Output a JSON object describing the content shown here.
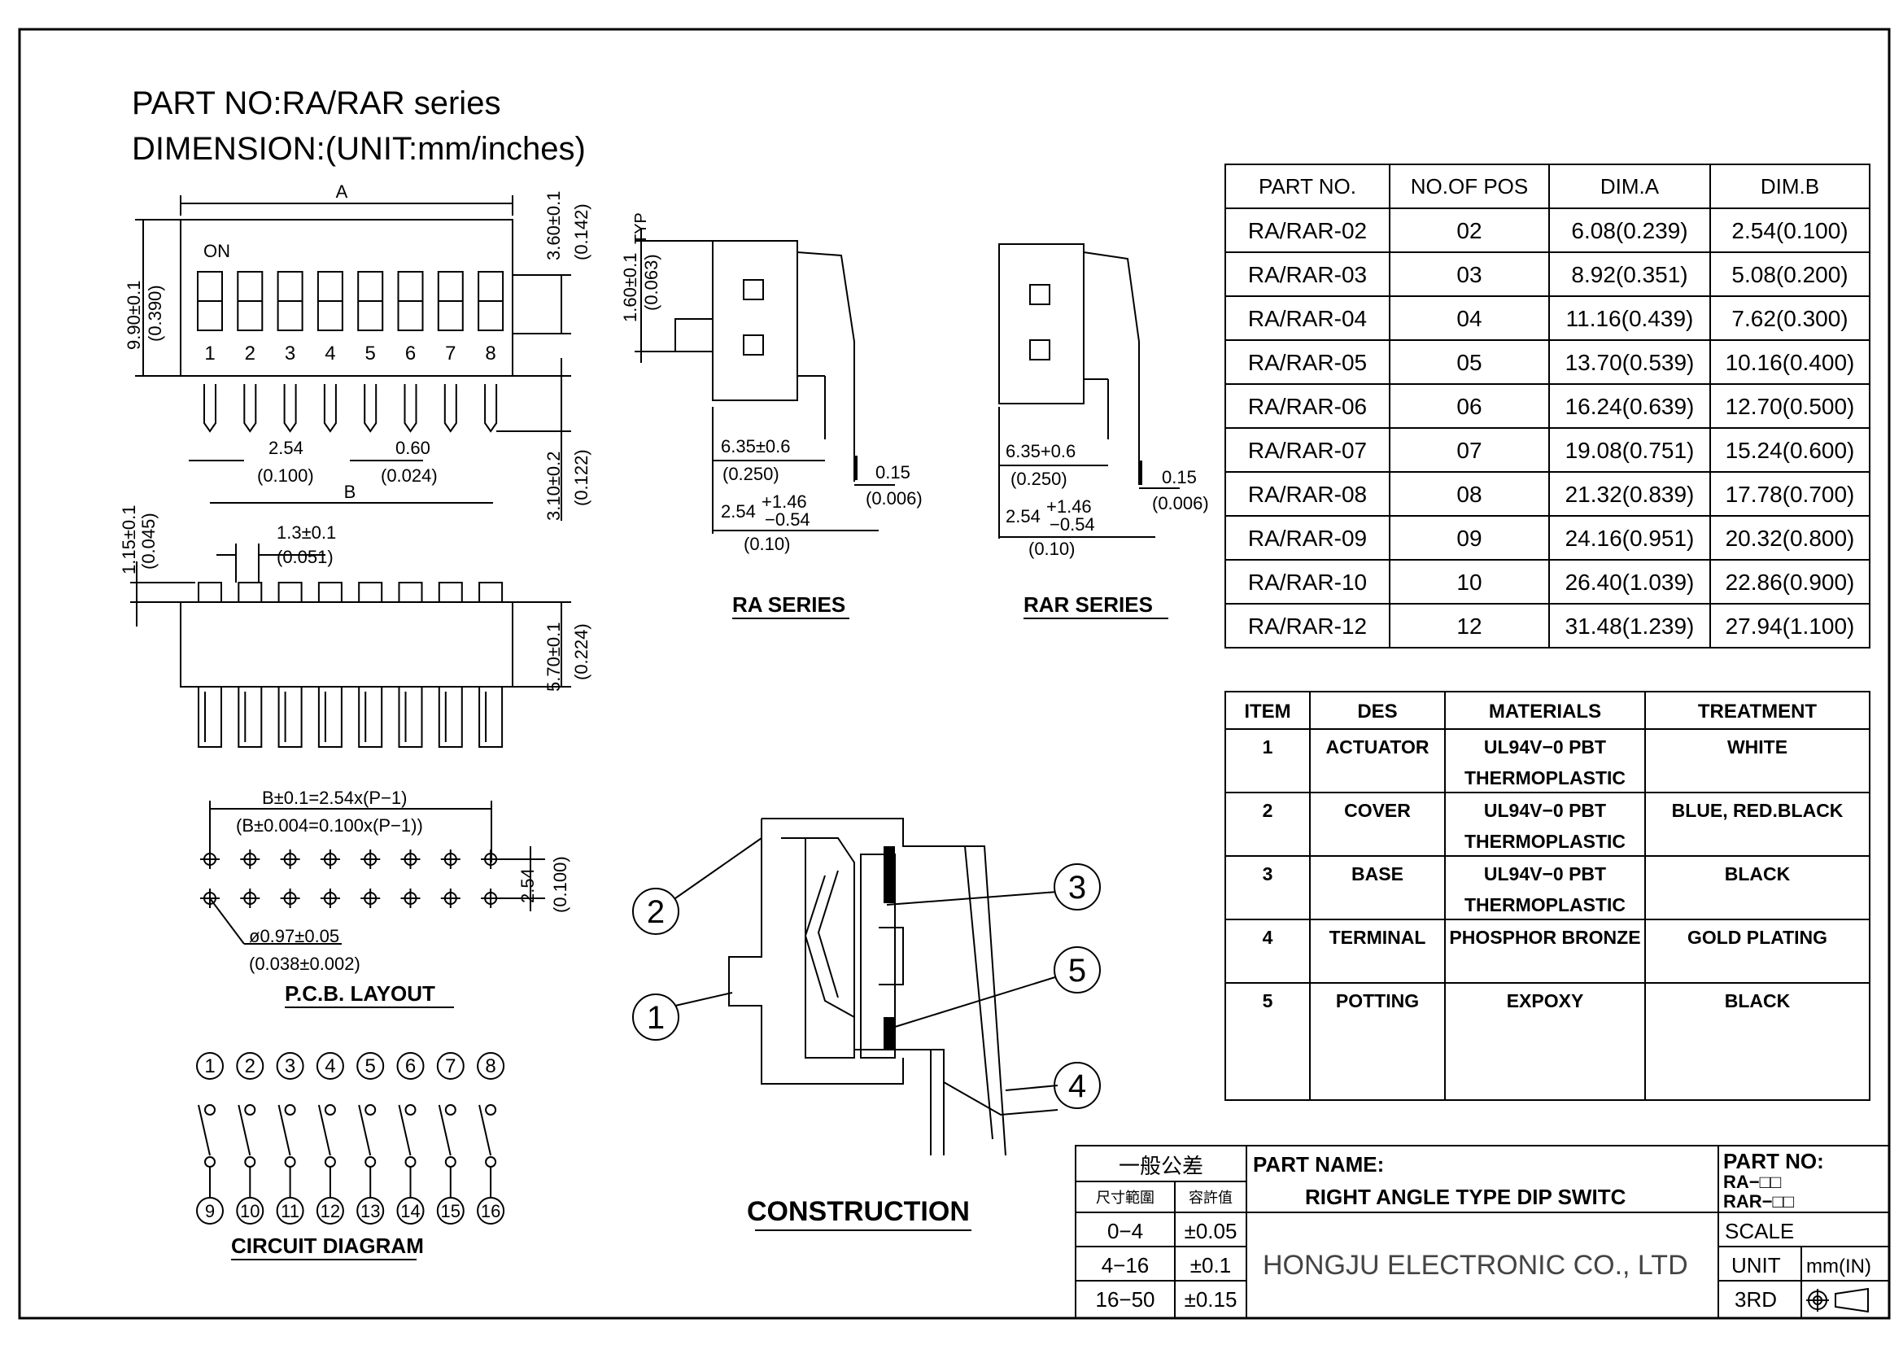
{
  "header": {
    "part_no": "PART NO:RA/RAR series",
    "dimension": "DIMENSION:(UNIT:mm/inches)"
  },
  "top_view": {
    "dim_a": "A",
    "dim_b": "B",
    "on_label": "ON",
    "positions": [
      "1",
      "2",
      "3",
      "4",
      "5",
      "6",
      "7",
      "8"
    ],
    "height_dim": "9.90±0.1",
    "height_dim_in": "(0.390)",
    "side_dim": "3.60±0.1",
    "side_dim_in": "(0.142)",
    "pitch": "2.54",
    "pitch_in": "(0.100)",
    "pin_width": "0.60",
    "pin_width_in": "(0.024)",
    "pin_len": "3.10±0.2",
    "pin_len_in": "(0.122)"
  },
  "side_view": {
    "act_h": "1.15±0.1",
    "act_h_in": "(0.045)",
    "act_w": "1.3±0.1",
    "act_w_in": "(0.051)",
    "body_h": "5.70±0.1",
    "body_h_in": "(0.224)"
  },
  "ra_series": {
    "title": "RA SERIES",
    "typ_dim": "1.60±0.1",
    "typ_dim_in": "(0.063)",
    "typ": "TYP",
    "dim1": "6.35±0.6",
    "dim1_in": "(0.250)",
    "dim2": "0.15",
    "dim2_in": "(0.006)",
    "dim3": "2.54",
    "dim3_tol_plus": "+1.46",
    "dim3_tol_minus": "−0.54",
    "dim3_in": "(0.10)"
  },
  "rar_series": {
    "title": "RAR SERIES",
    "dim1": "6.35+0.6",
    "dim1_in": "(0.250)",
    "dim2": "0.15",
    "dim2_in": "(0.006)",
    "dim3": "2.54",
    "dim3_tol_plus": "+1.46",
    "dim3_tol_minus": "−0.54",
    "dim3_in": "(0.10)"
  },
  "pcb_layout": {
    "title": "P.C.B. LAYOUT",
    "formula": "B±0.1=2.54x(P−1)",
    "formula_in": "(B±0.004=0.100x(P−1))",
    "row_pitch": "2.54",
    "row_pitch_in": "(0.100)",
    "hole": "ø0.97±0.05",
    "hole_in": "(0.038±0.002)"
  },
  "circuit": {
    "title": "CIRCUIT DIAGRAM",
    "top_pins": [
      "1",
      "2",
      "3",
      "4",
      "5",
      "6",
      "7",
      "8"
    ],
    "bottom_pins": [
      "9",
      "10",
      "11",
      "12",
      "13",
      "14",
      "15",
      "16"
    ]
  },
  "construction": {
    "title": "CONSTRUCTION",
    "callouts": [
      "1",
      "2",
      "3",
      "4",
      "5"
    ]
  },
  "dim_table": {
    "headers": [
      "PART NO.",
      "NO.OF POS",
      "DIM.A",
      "DIM.B"
    ],
    "rows": [
      [
        "RA/RAR-02",
        "02",
        "6.08(0.239)",
        "2.54(0.100)"
      ],
      [
        "RA/RAR-03",
        "03",
        "8.92(0.351)",
        "5.08(0.200)"
      ],
      [
        "RA/RAR-04",
        "04",
        "11.16(0.439)",
        "7.62(0.300)"
      ],
      [
        "RA/RAR-05",
        "05",
        "13.70(0.539)",
        "10.16(0.400)"
      ],
      [
        "RA/RAR-06",
        "06",
        "16.24(0.639)",
        "12.70(0.500)"
      ],
      [
        "RA/RAR-07",
        "07",
        "19.08(0.751)",
        "15.24(0.600)"
      ],
      [
        "RA/RAR-08",
        "08",
        "21.32(0.839)",
        "17.78(0.700)"
      ],
      [
        "RA/RAR-09",
        "09",
        "24.16(0.951)",
        "20.32(0.800)"
      ],
      [
        "RA/RAR-10",
        "10",
        "26.40(1.039)",
        "22.86(0.900)"
      ],
      [
        "RA/RAR-12",
        "12",
        "31.48(1.239)",
        "27.94(1.100)"
      ]
    ]
  },
  "material_table": {
    "headers": [
      "ITEM",
      "DES",
      "MATERIALS",
      "TREATMENT"
    ],
    "rows": [
      [
        "1",
        "ACTUATOR",
        "UL94V−0 PBT",
        "THERMOPLASTIC",
        "WHITE"
      ],
      [
        "2",
        "COVER",
        "UL94V−0 PBT",
        "THERMOPLASTIC",
        "BLUE, RED.BLACK"
      ],
      [
        "3",
        "BASE",
        "UL94V−0 PBT",
        "THERMOPLASTIC",
        "BLACK"
      ],
      [
        "4",
        "TERMINAL",
        "PHOSPHOR BRONZE",
        "",
        "GOLD PLATING"
      ],
      [
        "5",
        "POTTING",
        "EXPOXY",
        "",
        "BLACK"
      ]
    ]
  },
  "title_block": {
    "tolerance_title": "一般公差",
    "range_header": "尺寸範圍",
    "tol_header": "容許值",
    "tolerances": [
      [
        "0−4",
        "±0.05"
      ],
      [
        "4−16",
        "±0.1"
      ],
      [
        "16−50",
        "±0.15"
      ]
    ],
    "part_name_label": "PART NAME:",
    "part_name": "RIGHT ANGLE TYPE DIP SWITC",
    "company": "HONGJU ELECTRONIC CO., LTD",
    "part_no_label": "PART NO:",
    "part_no_1": "RA−□□",
    "part_no_2": "RAR−□□",
    "scale": "SCALE",
    "unit": "UNIT",
    "unit_value": "mm(IN)",
    "projection": "3RD"
  }
}
